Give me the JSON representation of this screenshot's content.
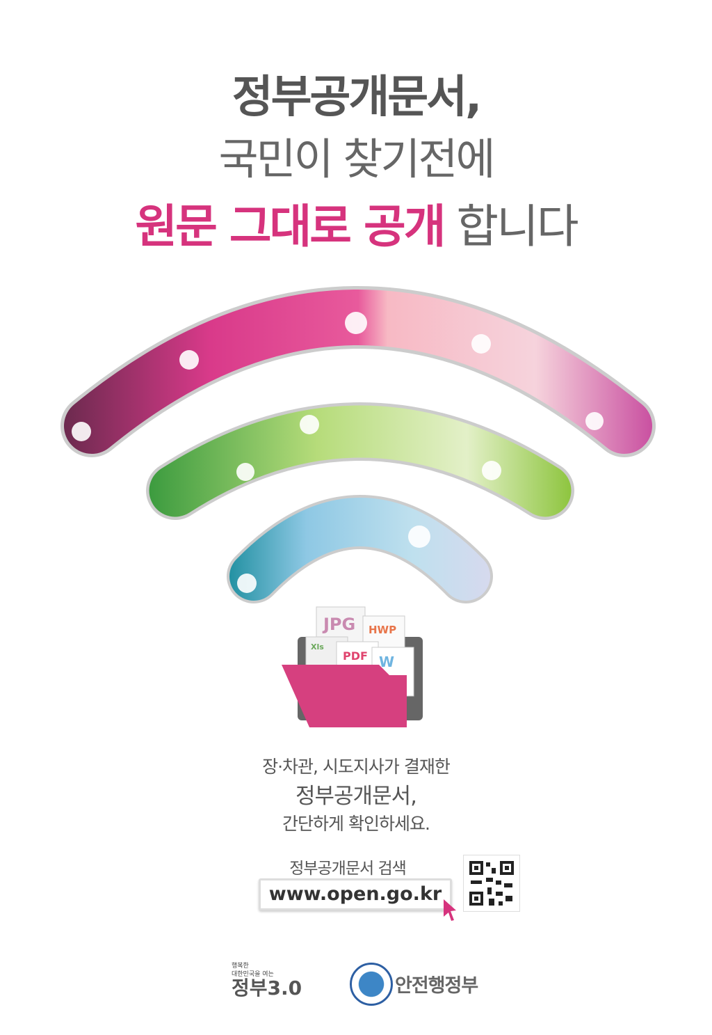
{
  "headline": {
    "line1": "정부공개문서,",
    "line2": "국민이 찾기전에",
    "line3_highlight": "원문 그대로 공개",
    "line3_rest": "합니다"
  },
  "folder": {
    "file_types": [
      "JPG",
      "HWP",
      "Xls",
      "PDF",
      "W"
    ]
  },
  "body": {
    "line1": "장·차관, 시도지사가  결재한",
    "line2": "정부공개문서,",
    "line3": "간단하게 확인하세요."
  },
  "search": {
    "label": "정부공개문서 검색",
    "url": "www.open.go.kr"
  },
  "logos": {
    "gov30_small1": "행복한",
    "gov30_small2": "대한민국을 여는",
    "gov30_main": "정부3.0",
    "ministry": "안전행정부"
  },
  "colors": {
    "accent": "#d6337d",
    "top_arc": [
      "#6b2a4e",
      "#d93a8a",
      "#f4b4c4",
      "#e07ab0"
    ],
    "middle_arc": [
      "#3a9a3e",
      "#b6dc7a",
      "#8cc43c"
    ],
    "bottom_arc": [
      "#1f8fa0",
      "#a8d6ea",
      "#c9cde8"
    ]
  }
}
